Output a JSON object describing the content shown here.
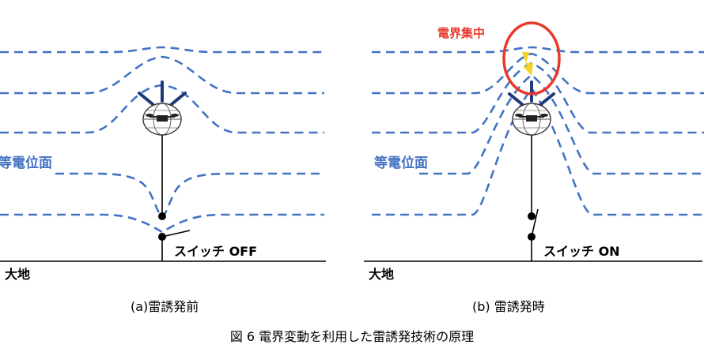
{
  "panel_a": {
    "equipotential_label": "等電位面",
    "switch_label": "スイッチ OFF",
    "ground_label": "大地",
    "caption": "(a)雷誘発前"
  },
  "panel_b": {
    "field_concentration_label": "電界集中",
    "equipotential_label": "等電位面",
    "switch_label": "スイッチ ON",
    "ground_label": "大地",
    "caption": "(b) 雷誘発時"
  },
  "figure_caption": "図 6 電界変動を利用した雷誘発技術の原理",
  "colors": {
    "equipotential": "#4472c4",
    "antenna": "#1f3a7a",
    "highlight": "#e8392a",
    "lightning": "#f5d327"
  }
}
